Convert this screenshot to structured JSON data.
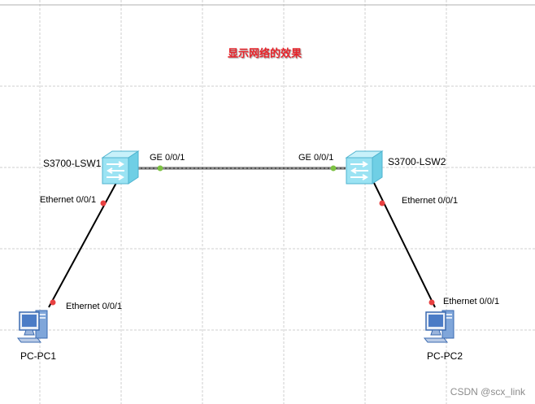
{
  "title": "显示网络的效果",
  "devices": {
    "lsw1": {
      "name": "S3700-LSW1"
    },
    "lsw2": {
      "name": "S3700-LSW2"
    },
    "pc1": {
      "name": "PC-PC1"
    },
    "pc2": {
      "name": "PC-PC2"
    }
  },
  "ports": {
    "lsw1_ge": "GE 0/0/1",
    "lsw2_ge": "GE 0/0/1",
    "lsw1_eth": "Ethernet 0/0/1",
    "pc1_eth": "Ethernet 0/0/1",
    "lsw2_eth": "Ethernet 0/0/1",
    "pc2_eth": "Ethernet 0/0/1"
  },
  "watermark": "CSDN @scx_link",
  "colors": {
    "grid": "#cfcfcf",
    "title": "#e8232a",
    "port_up_green": "#7dc243",
    "port_red": "#e84141",
    "switch_body": "#9be3f3",
    "switch_top": "#c8f1fa",
    "switch_front": "#6fcfe5",
    "pc_blue": "#4b7cc6"
  }
}
